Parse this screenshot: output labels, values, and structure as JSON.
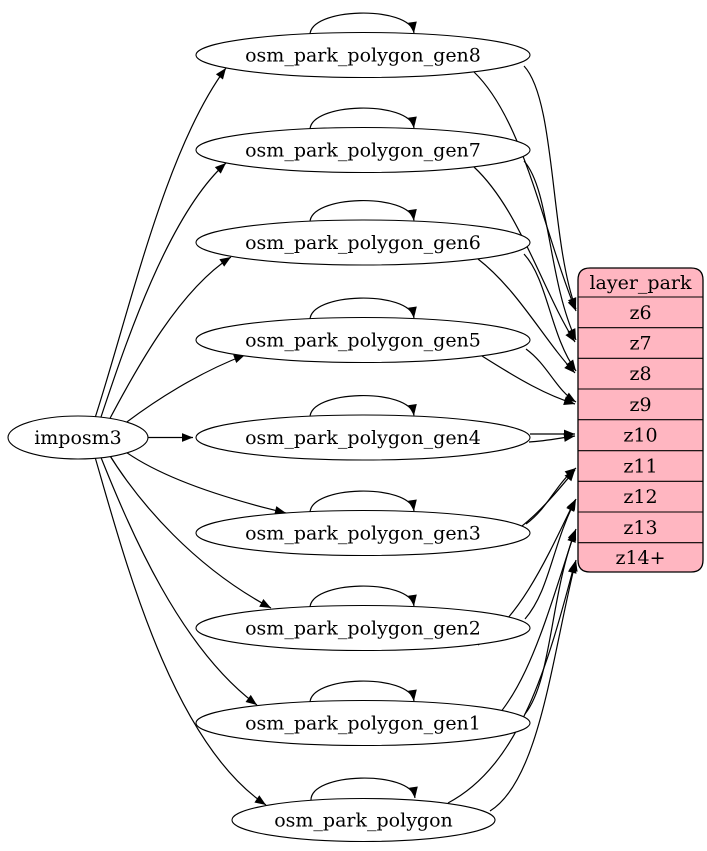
{
  "diagram": {
    "source": {
      "label": "imposm3"
    },
    "tables": [
      {
        "label": "osm_park_polygon_gen8",
        "zoom_row": "z6"
      },
      {
        "label": "osm_park_polygon_gen7",
        "zoom_row": "z7"
      },
      {
        "label": "osm_park_polygon_gen6",
        "zoom_row": "z8"
      },
      {
        "label": "osm_park_polygon_gen5",
        "zoom_row": "z9"
      },
      {
        "label": "osm_park_polygon_gen4",
        "zoom_row": "z10"
      },
      {
        "label": "osm_park_polygon_gen3",
        "zoom_row": "z11"
      },
      {
        "label": "osm_park_polygon_gen2",
        "zoom_row": "z12"
      },
      {
        "label": "osm_park_polygon_gen1",
        "zoom_row": "z13"
      },
      {
        "label": "osm_park_polygon",
        "zoom_row": "z14+"
      }
    ],
    "layer": {
      "title": "layer_park",
      "rows": [
        "z6",
        "z7",
        "z8",
        "z9",
        "z10",
        "z11",
        "z12",
        "z13",
        "z14+"
      ]
    },
    "edges": {
      "from_source": [
        "osm_park_polygon_gen8",
        "osm_park_polygon_gen7",
        "osm_park_polygon_gen6",
        "osm_park_polygon_gen5",
        "osm_park_polygon_gen4",
        "osm_park_polygon_gen3",
        "osm_park_polygon_gen2",
        "osm_park_polygon_gen1",
        "osm_park_polygon"
      ],
      "self_loops": [
        "osm_park_polygon_gen8",
        "osm_park_polygon_gen7",
        "osm_park_polygon_gen6",
        "osm_park_polygon_gen5",
        "osm_park_polygon_gen4",
        "osm_park_polygon_gen3",
        "osm_park_polygon_gen2",
        "osm_park_polygon_gen1",
        "osm_park_polygon"
      ],
      "to_layer": [
        {
          "from": "osm_park_polygon_gen8",
          "to": "z6"
        },
        {
          "from": "osm_park_polygon_gen7",
          "to": "z7"
        },
        {
          "from": "osm_park_polygon_gen6",
          "to": "z8"
        },
        {
          "from": "osm_park_polygon_gen5",
          "to": "z9"
        },
        {
          "from": "osm_park_polygon_gen4",
          "to": "z10"
        },
        {
          "from": "osm_park_polygon_gen3",
          "to": "z11"
        },
        {
          "from": "osm_park_polygon_gen2",
          "to": "z12"
        },
        {
          "from": "osm_park_polygon_gen1",
          "to": "z13"
        },
        {
          "from": "osm_park_polygon",
          "to": "z14+"
        }
      ]
    },
    "colors": {
      "layer_fill": "#ffb6c1",
      "node_fill": "#ffffff",
      "line": "#000000"
    }
  }
}
